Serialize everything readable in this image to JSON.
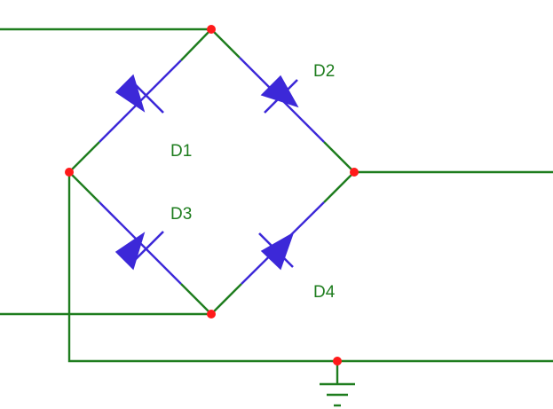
{
  "diagram": {
    "type": "circuit-schematic",
    "components": [
      {
        "id": "d1",
        "kind": "diode",
        "label": "D1"
      },
      {
        "id": "d2",
        "kind": "diode",
        "label": "D2"
      },
      {
        "id": "d3",
        "kind": "diode",
        "label": "D3"
      },
      {
        "id": "d4",
        "kind": "diode",
        "label": "D4"
      }
    ],
    "ground": {
      "kind": "ground-symbol"
    },
    "colors": {
      "wire": "#1e7d1e",
      "component": "#3c28d8",
      "junction": "#ff1a1a",
      "label": "#1e7d1e",
      "background": "#ffffff"
    }
  }
}
